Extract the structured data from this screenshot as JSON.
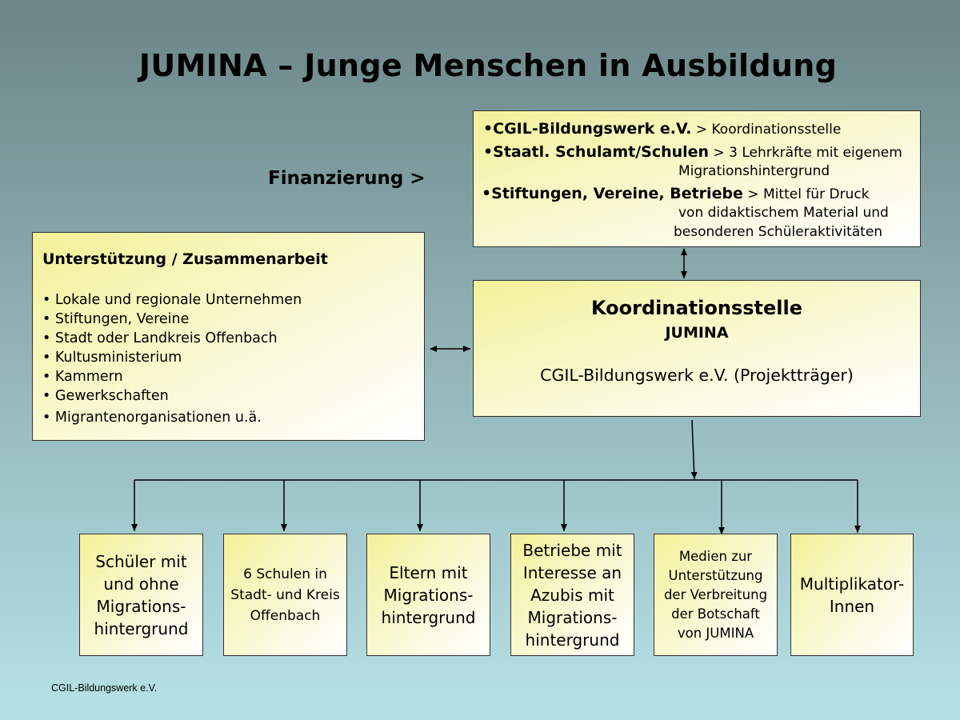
{
  "title": "JUMINA – Junge Menschen in Ausbildung",
  "financing": {
    "label": "Finanzierung >",
    "items": [
      {
        "name": "•CGIL-Bildungswerk e.V.",
        "desc": "> Koordinationsstelle"
      },
      {
        "name": "•Staatl. Schulamt/Schulen",
        "desc": "> 3 Lehrkräfte mit eigenem",
        "desc2": "Migrationshintergrund"
      },
      {
        "name": "•Stiftungen, Vereine, Betriebe",
        "desc": "> Mittel für  Druck",
        "desc2": "von didaktischem Material und",
        "desc3": "besonderen Schüleraktivitäten"
      }
    ]
  },
  "support": {
    "title": "Unterstützung / Zusammenarbeit",
    "items": [
      "• Lokale und regionale Unternehmen",
      "• Stiftungen, Vereine",
      "• Stadt oder Landkreis Offenbach",
      "• Kultusministerium",
      "• Kammern",
      "• Gewerkschaften",
      "• Migrantenorganisationen u.ä."
    ]
  },
  "coordination": {
    "title": "Koordinationsstelle",
    "subtitle": "JUMINA",
    "carrier": "CGIL-Bildungswerk e.V. (Projektträger)"
  },
  "targets": [
    "Schüler mit\nund ohne\nMigrations-\nhintergrund",
    "6 Schulen in\nStadt- und Kreis\nOffenbach",
    "Eltern mit\nMigrations-\nhintergrund",
    "Betriebe mit\nInteresse an\nAzubis mit\nMigrations-\nhintergrund",
    "Medien zur\nUnterstützung\nder Verbreitung\nder Botschaft\nvon JUMINA",
    "Multiplikator-\nInnen"
  ],
  "footer": "CGIL-Bildungswerk e.V."
}
